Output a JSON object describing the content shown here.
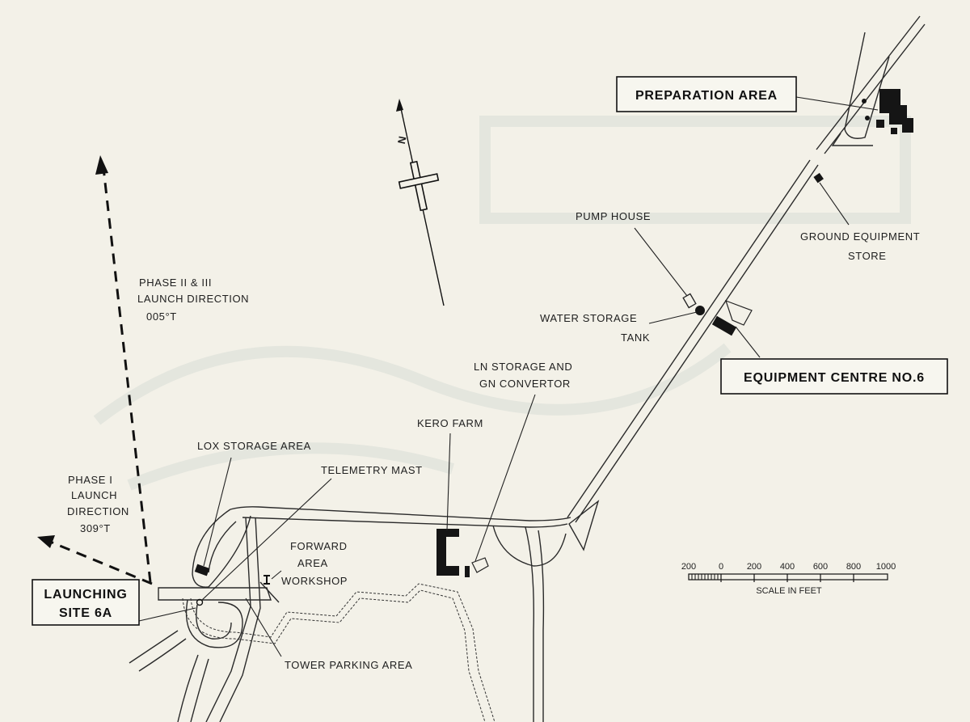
{
  "labels": {
    "preparation_area": "PREPARATION AREA",
    "pump_house": "PUMP HOUSE",
    "ground_equipment_store_1": "GROUND EQUIPMENT",
    "ground_equipment_store_2": "STORE",
    "water_storage_tank_1": "WATER STORAGE",
    "water_storage_tank_2": "TANK",
    "equipment_centre": "EQUIPMENT CENTRE NO.6",
    "ln_storage_1": "LN STORAGE AND",
    "ln_storage_2": "GN CONVERTOR",
    "kero_farm": "KERO FARM",
    "lox_storage": "LOX STORAGE AREA",
    "telemetry_mast": "TELEMETRY MAST",
    "forward_area_1": "FORWARD",
    "forward_area_2": "AREA",
    "forward_area_3": "WORKSHOP",
    "launching_site_1": "LAUNCHING",
    "launching_site_2": "SITE 6A",
    "tower_parking": "TOWER PARKING AREA",
    "phase2_1": "PHASE II & III",
    "phase2_2": "LAUNCH DIRECTION",
    "phase2_3": "005°T",
    "phase1_1": "PHASE I",
    "phase1_2": "LAUNCH",
    "phase1_3": "DIRECTION",
    "phase1_4": "309°T"
  },
  "north": {
    "label": "N"
  },
  "scale": {
    "ticks": [
      "200",
      "0",
      "200",
      "400",
      "600",
      "800",
      "1000"
    ],
    "caption": "SCALE IN FEET"
  },
  "colors": {
    "paper": "#f3f1e8",
    "ink": "#151515"
  }
}
